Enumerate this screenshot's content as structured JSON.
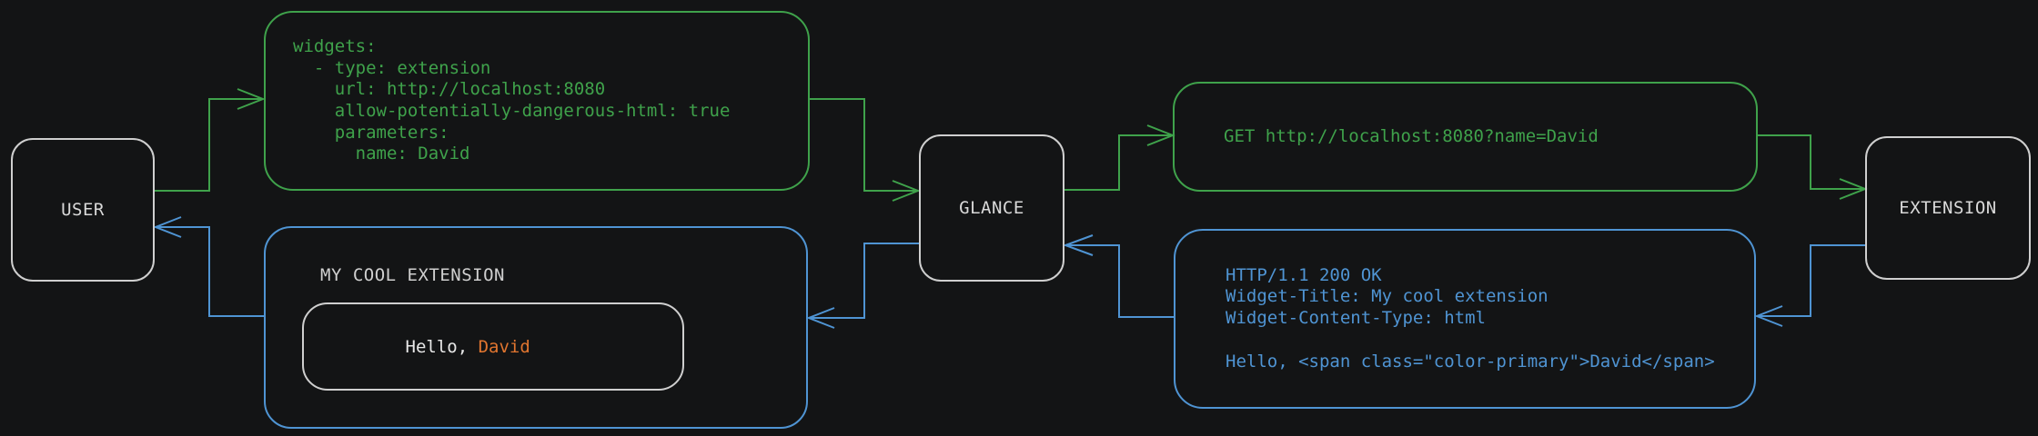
{
  "nodes": {
    "user": "USER",
    "glance": "GLANCE",
    "extension": "EXTENSION"
  },
  "config_box": {
    "code": "widgets:\n  - type: extension\n    url: http://localhost:8080\n    allow-potentially-dangerous-html: true\n    parameters:\n      name: David"
  },
  "request_box": {
    "code": "GET http://localhost:8080?name=David"
  },
  "response_box": {
    "code": "HTTP/1.1 200 OK\nWidget-Title: My cool extension\nWidget-Content-Type: html\n\nHello, <span class=\"color-primary\">David</span>"
  },
  "widget_box": {
    "title": "MY COOL EXTENSION",
    "greeting_prefix": "Hello, ",
    "greeting_name": "David"
  },
  "colors": {
    "request_flow": "#3fa24b",
    "response_flow": "#4f94d3",
    "name_accent": "#e0752f",
    "node_border": "#cfcfcf",
    "background": "#131415"
  }
}
